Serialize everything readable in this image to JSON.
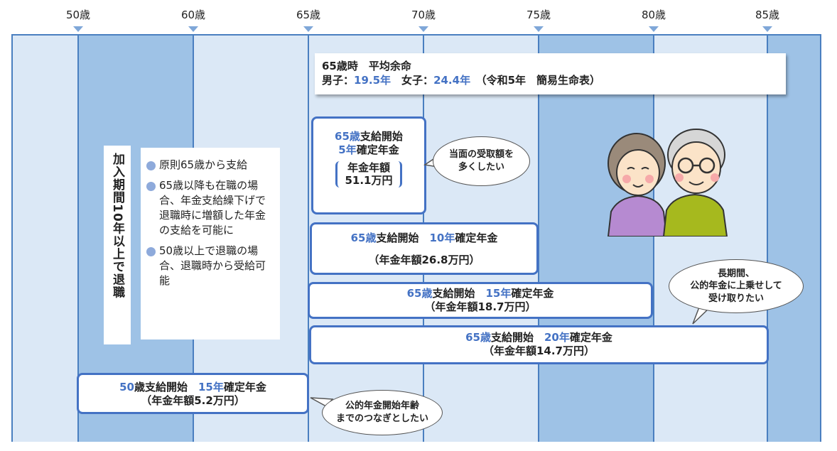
{
  "ages": [
    "50歳",
    "60歳",
    "65歳",
    "70歳",
    "75歳",
    "80歳",
    "85歳"
  ],
  "life_expectancy": {
    "title": "65歳時　平均余命",
    "male_label": "男子：",
    "male_value": "19.5年",
    "female_label": "女子：",
    "female_value": "24.4年",
    "source": "（令和5年　簡易生命表）"
  },
  "enrollment": {
    "vertical_text": "加入期間10年以上で退職",
    "conditions": [
      "原則65歳から支給",
      "65歳以降も在職の場合、年金支給繰下げで退職時に増額した年金の支給を可能に",
      "50歳以上で退職の場合、退職時から受給可能"
    ]
  },
  "plans": {
    "p5": {
      "start": "65歳",
      "start_suffix": "支給開始",
      "term": "5年",
      "term_suffix": "確定年金",
      "amount_label": "年金年額",
      "amount": "51.1万円"
    },
    "p10": {
      "start": "65歳",
      "start_suffix": "支給開始　",
      "term": "10年",
      "term_suffix": "確定年金",
      "amount": "（年金年額26.8万円）"
    },
    "p15": {
      "start": "65歳",
      "start_suffix": "支給開始　",
      "term": "15年",
      "term_suffix": "確定年金",
      "amount": "（年金年額18.7万円）"
    },
    "p20": {
      "start": "65歳",
      "start_suffix": "支給開始　",
      "term": "20年",
      "term_suffix": "確定年金",
      "amount": "（年金年額14.7万円）"
    },
    "p50": {
      "start": "50",
      "start_suffix": "歳支給開始　",
      "term": "15年",
      "term_suffix": "確定年金",
      "amount": "（年金年額5.2万円）"
    }
  },
  "bubbles": {
    "b1": {
      "line1": "当面の受取額を",
      "line2": "多くしたい"
    },
    "b2": {
      "line1": "長期間、",
      "line2": "公的年金に上乗せして",
      "line3": "受け取りたい"
    },
    "b3": {
      "line1": "公的年金開始年齢",
      "line2": "までのつなぎとしたい"
    }
  },
  "colors": {
    "accent": "#4472c4",
    "light_band": "#dbe8f6",
    "dark_band": "#9ec2e6"
  }
}
